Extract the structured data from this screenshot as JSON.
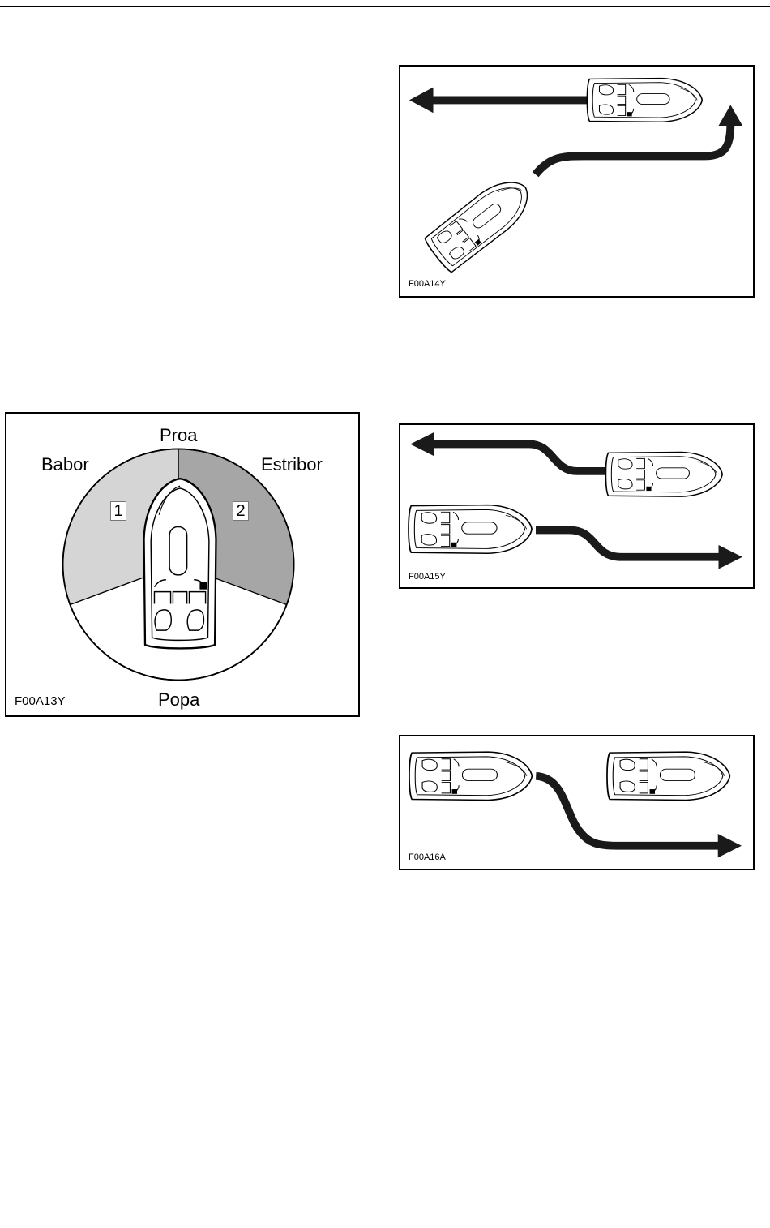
{
  "figures": {
    "f14": {
      "code": "F00A14Y"
    },
    "f13": {
      "code": "F00A13Y",
      "bow_label": "Proa",
      "port_label": "Babor",
      "starboard_label": "Estribor",
      "stern_label": "Popa",
      "sector_1": "1",
      "sector_2": "2",
      "colors": {
        "sector_1": "#d5d5d5",
        "sector_2": "#a6a6a6",
        "rear": "#ffffff"
      }
    },
    "f15": {
      "code": "F00A15Y"
    },
    "f16": {
      "code": "F00A16A"
    }
  },
  "colors": {
    "ink": "#000000",
    "hull": "#ffffff",
    "arrow": "#1a1a1a"
  }
}
